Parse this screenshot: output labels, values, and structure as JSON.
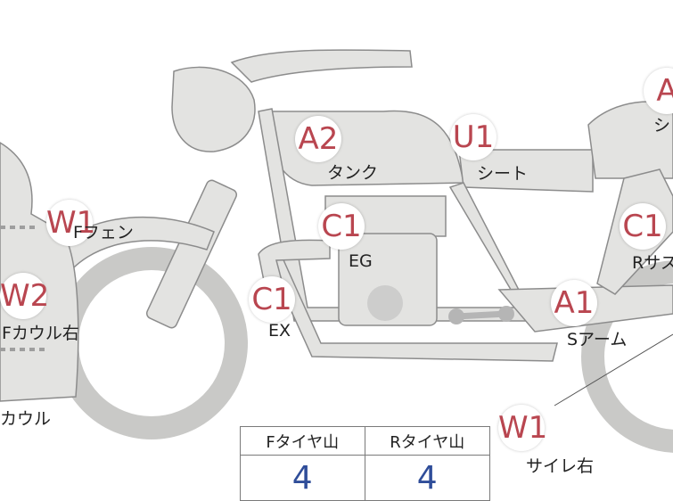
{
  "markers": [
    {
      "id": "a2-tank",
      "code": "A2",
      "label": "タンク"
    },
    {
      "id": "u1-seat",
      "code": "U1",
      "label": "シート"
    },
    {
      "id": "a-right-top",
      "code": "A",
      "label": "シ"
    },
    {
      "id": "w1-ffender",
      "code": "W1",
      "label": "Fフェン"
    },
    {
      "id": "c1-eg",
      "code": "C1",
      "label": "EG"
    },
    {
      "id": "c1-rsus",
      "code": "C1",
      "label": "Rサス"
    },
    {
      "id": "w2-fcowl",
      "code": "W2",
      "label": "Fカウル右"
    },
    {
      "id": "c1-ex",
      "code": "C1",
      "label": "EX"
    },
    {
      "id": "a1-sarm",
      "code": "A1",
      "label": "Sアーム"
    },
    {
      "id": "w1-side",
      "code": "W1",
      "label": "サイレ右"
    },
    {
      "id": "cowl-bottom",
      "code": "",
      "label": "カウル"
    }
  ],
  "tread": {
    "front_header": "Fタイヤ山",
    "rear_header": "Rタイヤ山",
    "front_value": "4",
    "rear_value": "4"
  },
  "colors": {
    "body_fill": "#e3e3e1",
    "body_stroke": "#8c8c8c",
    "marker_text": "#b94650",
    "value_text": "#2f4d99"
  }
}
